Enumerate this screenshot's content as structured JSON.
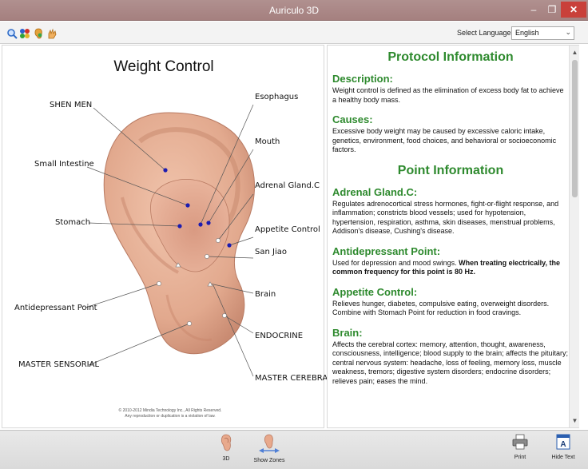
{
  "window": {
    "title": "Auriculo 3D",
    "minimize": "–",
    "maximize": "❐",
    "close": "✕"
  },
  "toolbar": {
    "icons": [
      "magnifier-icon",
      "color-dots-icon",
      "ear-color-icon",
      "hand-icon"
    ],
    "language_label": "Select Language:",
    "language_value": "English"
  },
  "diagram": {
    "title": "Weight Control",
    "labels": {
      "shen_men": "SHEN MEN",
      "small_intestine": "Small Intestine",
      "stomach": "Stomach",
      "antidepressant_point": "Antidepressant Point",
      "master_sensorial": "MASTER SENSORIAL",
      "esophagus": "Esophagus",
      "mouth": "Mouth",
      "adrenal_gland": "Adrenal Gland.C",
      "appetite_control": "Appetite Control",
      "san_jiao": "San Jiao",
      "brain": "Brain",
      "endocrine": "ENDOCRINE",
      "master_cerebral": "MASTER CEREBRAL"
    },
    "copyright_line1": "© 2010-2012 Mindia Technology Inc., All Rights Reserved.",
    "copyright_line2": "Any reproduction or duplication is a violation of law.",
    "colors": {
      "point_blue": "#1c1cb0",
      "point_white": "#ffffff",
      "skin": "#e8b49c"
    }
  },
  "info": {
    "protocol_heading": "Protocol Information",
    "description_heading": "Description:",
    "description_text": "Weight control is defined as the elimination of excess body fat to achieve a healthy body mass.",
    "causes_heading": "Causes:",
    "causes_text": "Excessive body weight may be caused by excessive caloric intake, genetics, environment, food choices, and behavioral or socioeconomic factors.",
    "point_heading": "Point Information",
    "adrenal_heading": "Adrenal Gland.C:",
    "adrenal_text": "Regulates adrenocortical stress hormones, fight-or-flight response, and inflammation; constricts blood vessels; used for hypotension, hypertension, respiration, asthma, skin diseases, menstrual problems, Addison's disease, Cushing's disease.",
    "antidepressant_heading": "Antidepressant Point:",
    "antidepressant_text": "Used for depression and mood swings.",
    "antidepressant_bold": "When treating electrically, the common frequency for this point is 80 Hz.",
    "appetite_heading": "Appetite Control:",
    "appetite_text": "Relieves hunger, diabetes, compulsive eating, overweight disorders. Combine with Stomach Point for reduction in food cravings.",
    "brain_heading": "Brain:",
    "brain_text": "Affects the cerebral cortex: memory, attention, thought, awareness, consciousness, intelligence; blood supply to the brain; affects the pituitary; central nervous system: headache, loss of feeling, memory loss, muscle weakness, tremors; digestive system disorders; endocrine disorders; relieves pain; eases the mind.",
    "accent_color": "#2e8a2e"
  },
  "bottombar": {
    "btn_3d": "3D",
    "btn_show_zones": "Show Zones",
    "btn_print": "Print",
    "btn_hide_text": "Hide Text"
  }
}
